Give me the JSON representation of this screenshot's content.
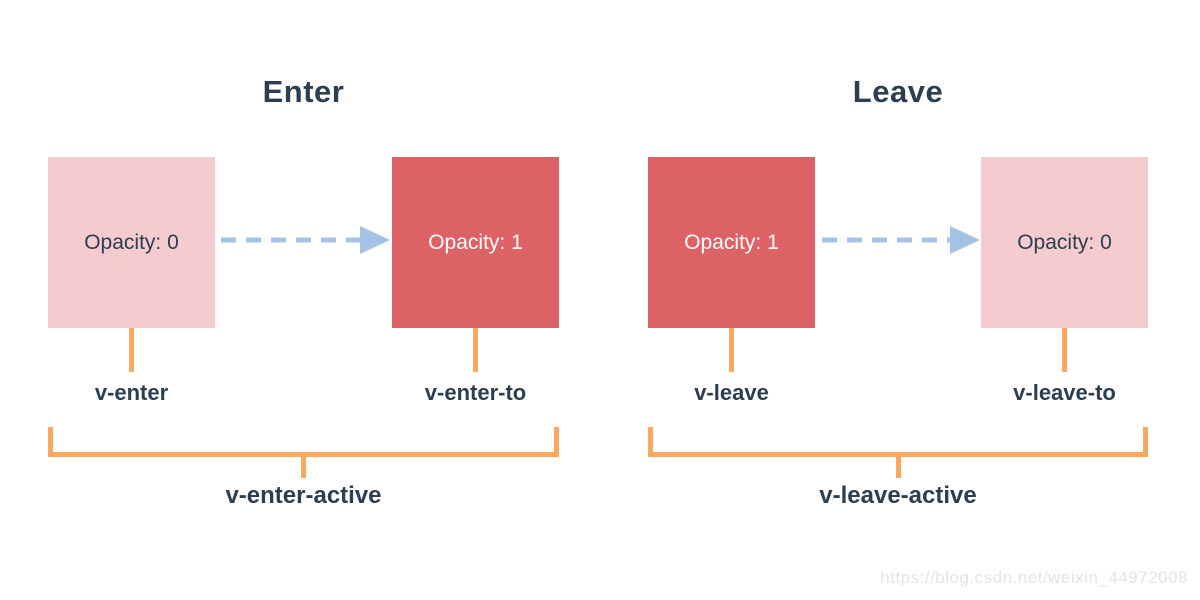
{
  "panels": {
    "enter": {
      "title": "Enter",
      "from_box_label": "Opacity: 0",
      "to_box_label": "Opacity: 1",
      "from_class": "v-enter",
      "to_class": "v-enter-to",
      "active_class": "v-enter-active"
    },
    "leave": {
      "title": "Leave",
      "from_box_label": "Opacity: 1",
      "to_box_label": "Opacity: 0",
      "from_class": "v-leave",
      "to_class": "v-leave-to",
      "active_class": "v-leave-active"
    }
  },
  "watermark": "https://blog.csdn.net/weixin_44972008",
  "colors": {
    "text_dark_navy": "#2c3e50",
    "box_faded_pink": "#f4cbce",
    "box_solid_red": "#dd6266",
    "connector_orange": "#f8a85f",
    "arrow_blue": "#a4c2e5",
    "watermark_gray": "#e4e4e4",
    "background": "#ffffff"
  }
}
